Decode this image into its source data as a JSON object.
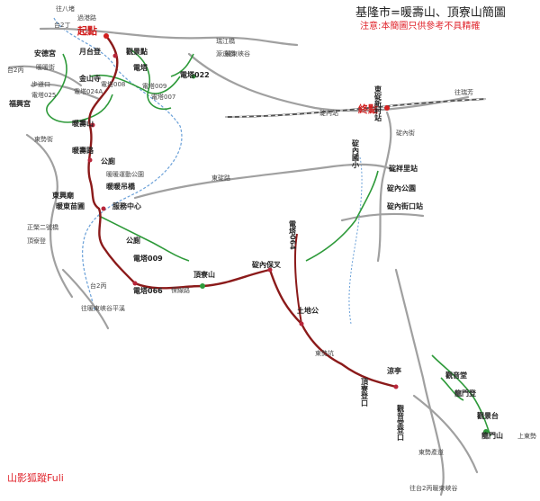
{
  "title": "基隆市=暖壽山、頂寮山簡圖",
  "note": "注意:本簡圖只供參考不具精確",
  "author": "山影狐蹤Fuli",
  "colors": {
    "route": "#8b1a1a",
    "trail": "#2e9a3a",
    "road": "#9a9a9a",
    "river": "#6aa0d8",
    "start": "#d21f1f",
    "point": "#b8263a"
  },
  "markers": {
    "start": "起點",
    "end": "終點"
  },
  "labels": [
    {
      "t": "往八堵",
      "s": "lbl"
    },
    {
      "t": "過港路",
      "s": "lbl"
    },
    {
      "t": "台2丁",
      "s": "lbl"
    },
    {
      "t": "瑞江橋",
      "s": "lbl"
    },
    {
      "t": "暖東峽谷",
      "s": "lbl"
    },
    {
      "t": "月台登",
      "s": "lbl-b"
    },
    {
      "t": "觀景點",
      "s": "lbl-b"
    },
    {
      "t": "安德宮",
      "s": "lbl-b"
    },
    {
      "t": "暖暖街",
      "s": "lbl"
    },
    {
      "t": "台2丙",
      "s": "lbl"
    },
    {
      "t": "步道口",
      "s": "lbl"
    },
    {
      "t": "電塔025",
      "s": "lbl"
    },
    {
      "t": "福興宮",
      "s": "lbl-b"
    },
    {
      "t": "電塔024A",
      "s": "lbl"
    },
    {
      "t": "金山寺",
      "s": "lbl-b"
    },
    {
      "t": "電塔008",
      "s": "lbl"
    },
    {
      "t": "電塔009",
      "s": "lbl"
    },
    {
      "t": "電塔007",
      "s": "lbl"
    },
    {
      "t": "電塔022",
      "s": "lbl-b"
    },
    {
      "t": "源遠橋",
      "s": "lbl"
    },
    {
      "t": "電塔",
      "s": "lbl-b"
    },
    {
      "t": "暖壽山",
      "s": "lbl-b"
    },
    {
      "t": "東勢街",
      "s": "lbl"
    },
    {
      "t": "暖壽路",
      "s": "lbl-b"
    },
    {
      "t": "公廁",
      "s": "lbl-b"
    },
    {
      "t": "暖暖運動公園",
      "s": "lbl"
    },
    {
      "t": "暖暖吊橋",
      "s": "lbl-b"
    },
    {
      "t": "東興廟",
      "s": "lbl-b"
    },
    {
      "t": "暖東苗圃",
      "s": "lbl-b"
    },
    {
      "t": "服務中心",
      "s": "lbl-b"
    },
    {
      "t": "東碇路",
      "s": "lbl"
    },
    {
      "t": "正榮二號橋",
      "s": "lbl"
    },
    {
      "t": "頂寮登",
      "s": "lbl"
    },
    {
      "t": "公廁",
      "s": "lbl-b"
    },
    {
      "t": "電塔009",
      "s": "lbl-b"
    },
    {
      "t": "頂寮山",
      "s": "lbl-b"
    },
    {
      "t": "電塔066",
      "s": "lbl-b"
    },
    {
      "t": "保線路",
      "s": "lbl"
    },
    {
      "t": "台2丙",
      "s": "lbl"
    },
    {
      "t": "往暖東峽谷平溪",
      "s": "lbl"
    },
    {
      "t": "碇內站",
      "s": "lbl"
    },
    {
      "t": "東碇新村站",
      "s": "lbl-b"
    },
    {
      "t": "往瑞芳",
      "s": "lbl"
    },
    {
      "t": "碇內國小",
      "s": "lbl-b"
    },
    {
      "t": "碇內街",
      "s": "lbl"
    },
    {
      "t": "碇祥里站",
      "s": "lbl-b"
    },
    {
      "t": "碇內公園",
      "s": "lbl-b"
    },
    {
      "t": "碇內街口站",
      "s": "lbl-b"
    },
    {
      "t": "電塔064",
      "s": "lbl-b"
    },
    {
      "t": "碇內保叉",
      "s": "lbl-b"
    },
    {
      "t": "土地公",
      "s": "lbl-b"
    },
    {
      "t": "東勢坑",
      "s": "lbl"
    },
    {
      "t": "涼亭",
      "s": "lbl-b"
    },
    {
      "t": "頂寮登口",
      "s": "lbl-b"
    },
    {
      "t": "觀音堂登口",
      "s": "lbl-b"
    },
    {
      "t": "觀音堂",
      "s": "lbl-b"
    },
    {
      "t": "龍門登",
      "s": "lbl-b"
    },
    {
      "t": "觀景台",
      "s": "lbl-b"
    },
    {
      "t": "龍門山",
      "s": "lbl-b"
    },
    {
      "t": "上東勢",
      "s": "lbl"
    },
    {
      "t": "東勢產道",
      "s": "lbl"
    },
    {
      "t": "往台2丙暖東峽谷",
      "s": "lbl"
    }
  ]
}
